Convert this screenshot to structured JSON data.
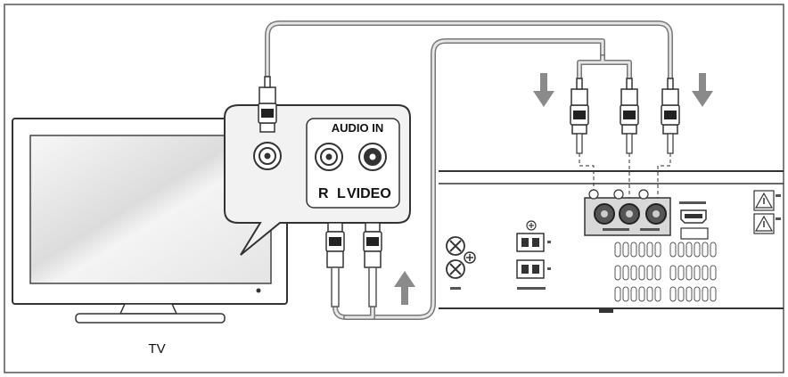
{
  "labels": {
    "audio_in": "AUDIO IN",
    "r": "R",
    "l": "L",
    "video": "VIDEO",
    "tv": "TV"
  },
  "colors": {
    "frame": "#555555",
    "line": "#333333",
    "bubble_fill": "#f2f2f2",
    "screen_fill": "#eeeeee",
    "cable": "#777777",
    "cable_inner": "#e6e6e6",
    "arrow": "#8a8a8a"
  },
  "icons": [
    "tv-icon",
    "rca-plug-icon",
    "rca-jack-icon",
    "arrow-down-icon",
    "arrow-up-icon",
    "hdmi-port-icon",
    "warning-icon",
    "speaker-terminal-icon"
  ]
}
